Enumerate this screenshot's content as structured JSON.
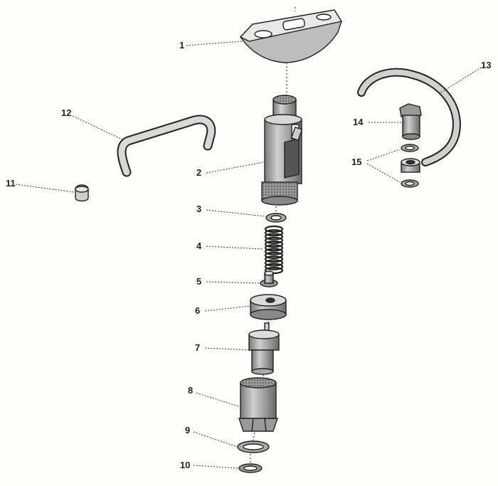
{
  "diagram": {
    "colors": {
      "line": "#222222",
      "shade": "#bdbdbd",
      "dark": "#6e6e6e",
      "paper": "#fdfdfc"
    },
    "callouts": [
      {
        "number": "1"
      },
      {
        "number": "2"
      },
      {
        "number": "3"
      },
      {
        "number": "4"
      },
      {
        "number": "5"
      },
      {
        "number": "6"
      },
      {
        "number": "7"
      },
      {
        "number": "8"
      },
      {
        "number": "9"
      },
      {
        "number": "10"
      },
      {
        "number": "11"
      },
      {
        "number": "12"
      },
      {
        "number": "13"
      },
      {
        "number": "14"
      },
      {
        "number": "15"
      }
    ]
  }
}
